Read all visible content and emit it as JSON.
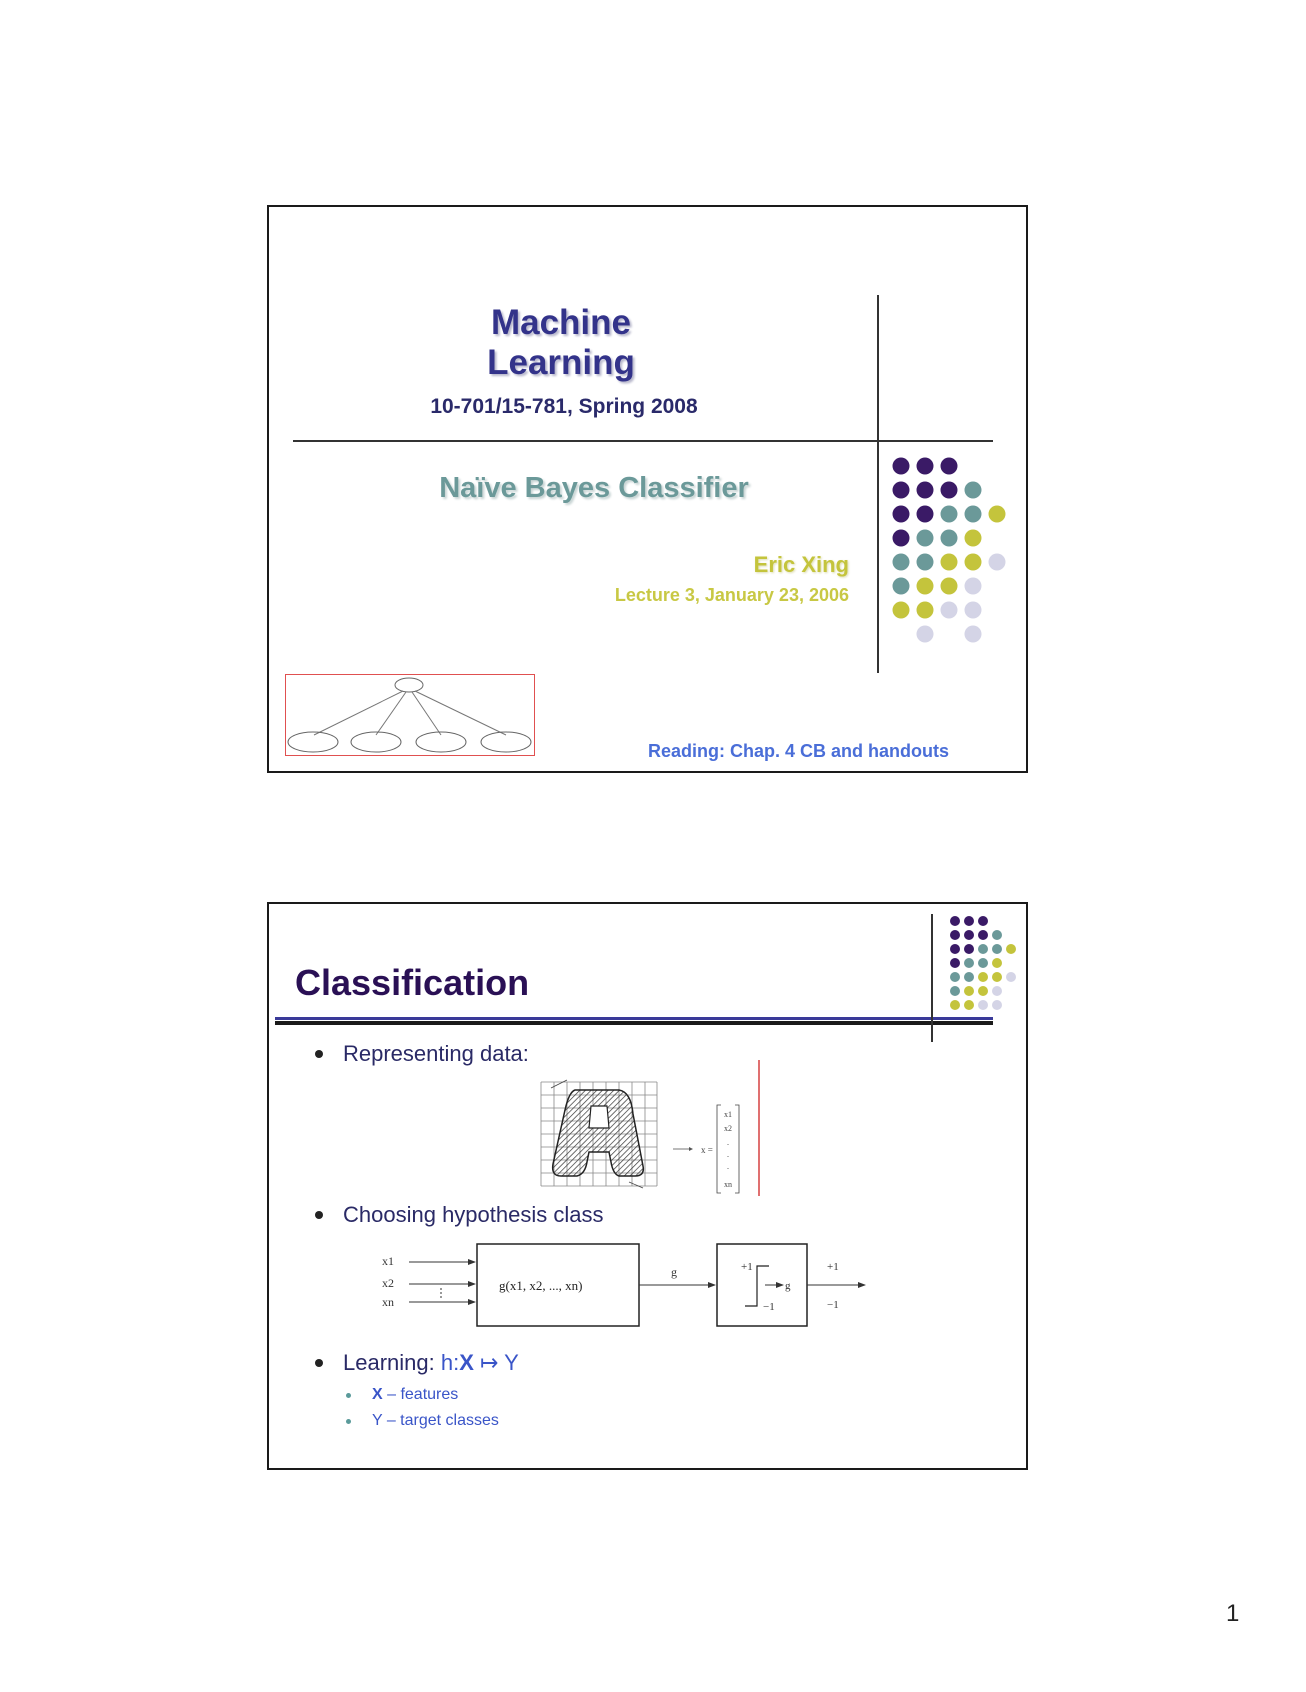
{
  "slide1": {
    "title": "Machine Learning",
    "course": "10-701/15-781, Spring 2008",
    "subtitle": "Naïve Bayes Classifier",
    "author": "Eric Xing",
    "date": "Lecture 3, January 23, 2006",
    "reading": "Reading: Chap. 4 CB and handouts"
  },
  "slide2": {
    "title": "Classification",
    "bullets": [
      {
        "label": "Representing data:"
      },
      {
        "label": "Choosing hypothesis class"
      },
      {
        "label": "Learning: ",
        "formula_h": "h:",
        "formula_x": "X",
        "formula_map": " ↦ Y"
      }
    ],
    "sub_bullets": [
      {
        "bold": "X",
        "text": " – features"
      },
      {
        "bold": "Y",
        "text": " – target classes"
      }
    ],
    "figure_vector": {
      "lhs": "x =",
      "entries": [
        "x1",
        "x2",
        ".",
        ".",
        ".",
        "xn"
      ]
    },
    "figure_block": {
      "inputs": [
        "x1",
        "x2",
        "xn"
      ],
      "function": "g(x1, x2, ..., xn)",
      "signal": "g",
      "plus": "+1",
      "minus": "−1"
    }
  },
  "theme": {
    "purple": "#3a1a66",
    "teal": "#6b9999",
    "olive": "#c4c43c",
    "lavender": "#d4d4e6"
  },
  "page_number": "1"
}
